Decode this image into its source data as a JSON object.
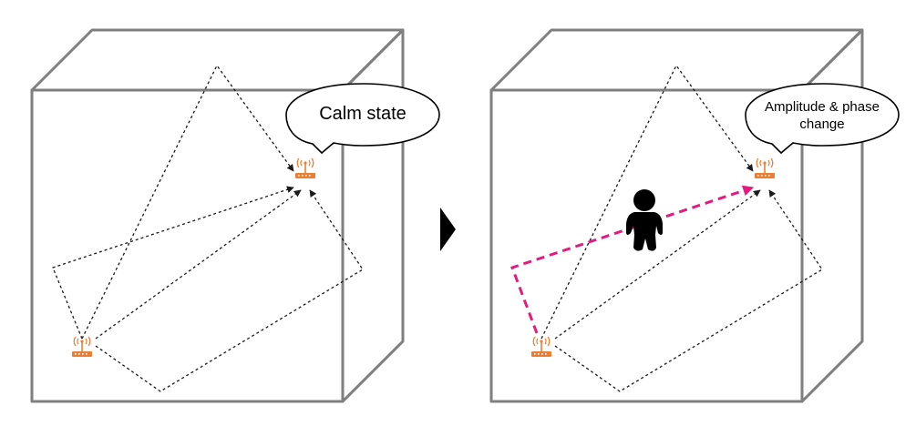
{
  "panels": [
    {
      "id": "before",
      "bubble_lines": [
        "Calm state"
      ]
    },
    {
      "id": "after",
      "bubble_lines": [
        "Amplitude & phase",
        "change"
      ]
    }
  ],
  "colors": {
    "room_edge": "#7f7f7f",
    "router": "#ed7d31",
    "highlight_path": "#e6197f",
    "person": "#000000"
  },
  "icons": {
    "router": "wifi-router-icon",
    "person": "person-icon",
    "arrow": "play-arrow-icon"
  }
}
